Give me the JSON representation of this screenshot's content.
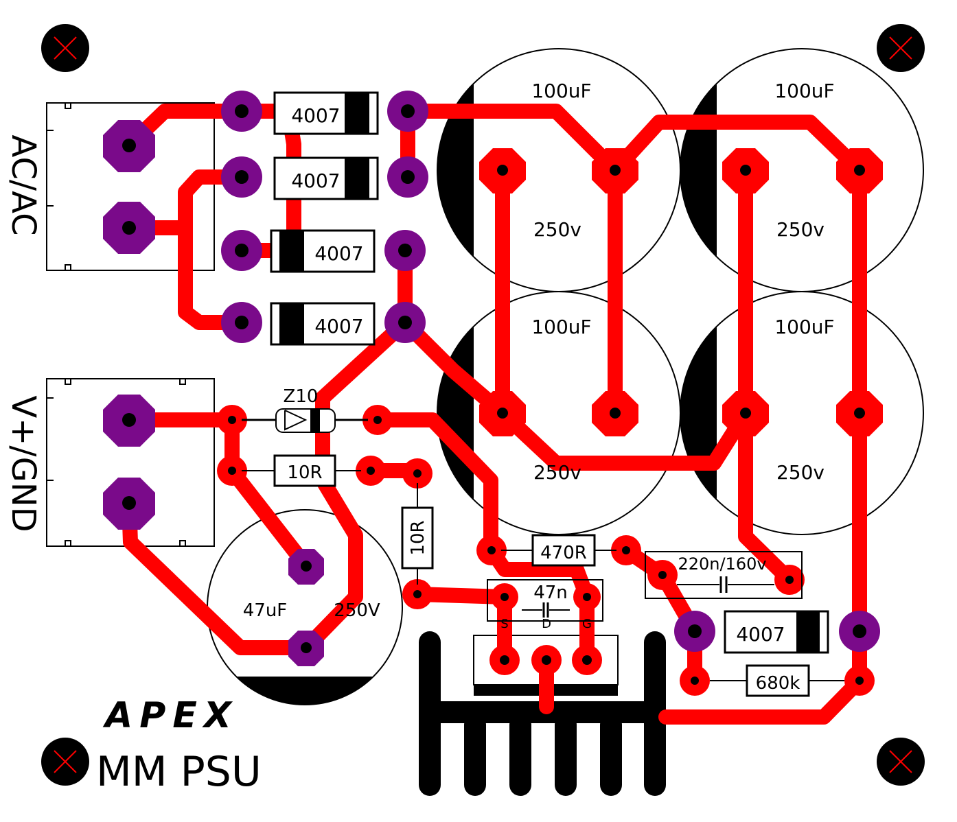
{
  "colors": {
    "trace": "#ff0000",
    "via": "#7a0a8a",
    "ink": "#000000",
    "background": "#ffffff"
  },
  "connectors": {
    "ac": "AC/AC",
    "dc": "V+/GND"
  },
  "diodes": {
    "d1": "4007",
    "d2": "4007",
    "d3": "4007",
    "d4": "4007",
    "d5": "4007"
  },
  "capacitors": {
    "c1_value": "100uF",
    "c1_voltage": "250v",
    "c2_value": "100uF",
    "c2_voltage": "250v",
    "c3_value": "100uF",
    "c3_voltage": "250v",
    "c4_value": "100uF",
    "c4_voltage": "250v",
    "c5_value": "47uF",
    "c5_voltage": "250V",
    "c6": "220n/160v",
    "c7": "47n"
  },
  "zener": "Z10",
  "resistors": {
    "r1": "10R",
    "r2": "10R",
    "r3": "470R",
    "r4": "680k"
  },
  "mosfet_pins": {
    "s": "S",
    "d": "D",
    "g": "G"
  },
  "logo": "APEX",
  "board_title": "MM PSU",
  "icons": {
    "mounting_hole": "mounting-hole-icon",
    "heatsink": "heatsink-icon"
  }
}
